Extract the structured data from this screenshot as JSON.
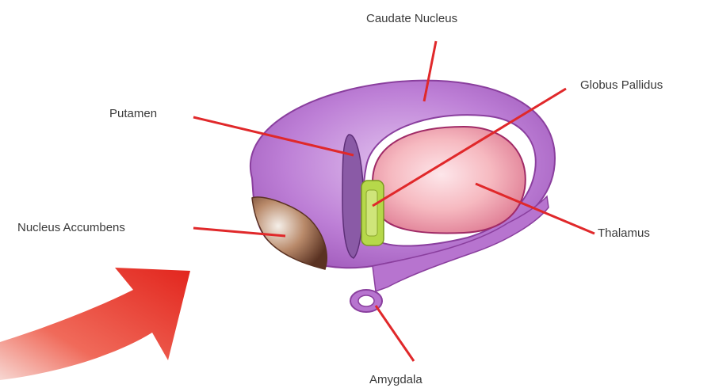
{
  "labels": {
    "caudate": "Caudate Nucleus",
    "globus": "Globus Pallidus",
    "putamen": "Putamen",
    "thalamus": "Thalamus",
    "accumbens": "Nucleus Accumbens",
    "amygdala": "Amygdala"
  },
  "colors": {
    "leader_line": "#e0282a",
    "caudate_fill": "#b774cf",
    "caudate_edge": "#8a3f9e",
    "thalamus_fill": "#f4b3b8",
    "thalamus_edge": "#a02a66",
    "globus_fill": "#b6d84a",
    "accumbens_fill": "#7a4a33",
    "arrow": "#ef3024"
  }
}
